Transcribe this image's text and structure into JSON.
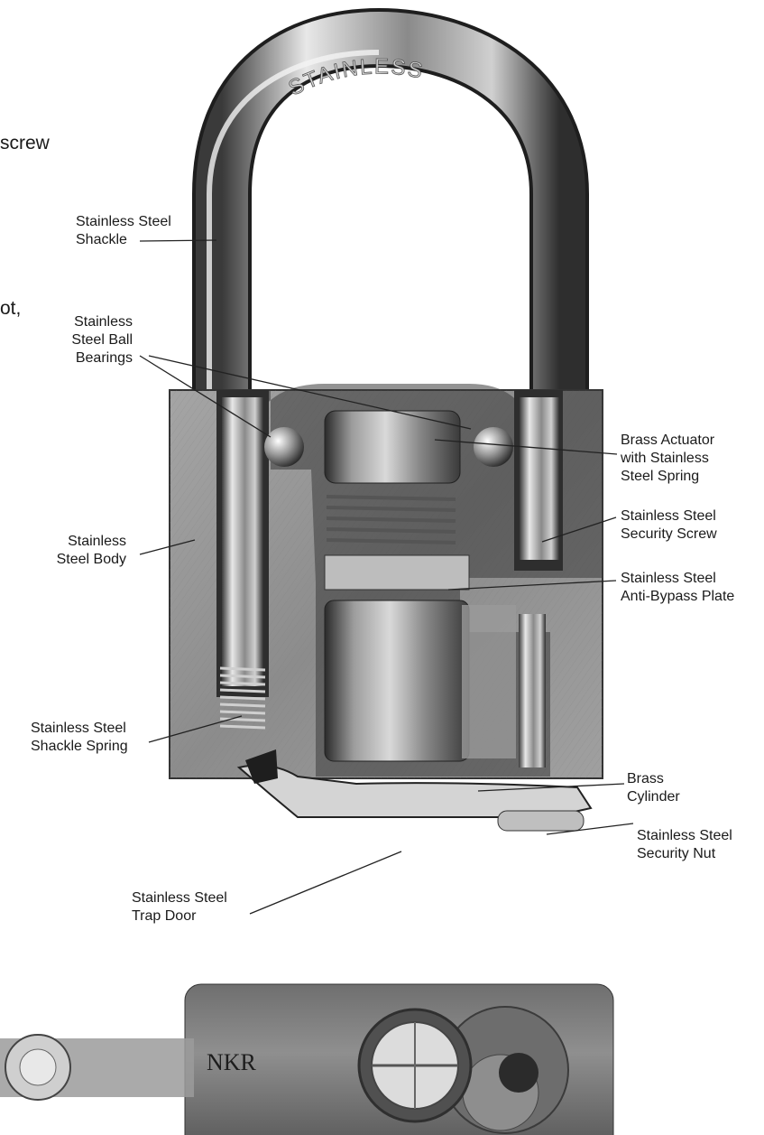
{
  "fragments": {
    "top": "screw",
    "middle": "ot,"
  },
  "engraving": "STAINLESS",
  "brand_mark": "NKR",
  "callouts": {
    "shackle": "Stainless Steel\nShackle",
    "ball_bearings": "Stainless\nSteel Ball\nBearings",
    "body": "Stainless\nSteel Body",
    "shackle_spring": "Stainless Steel\nShackle Spring",
    "trap_door": "Stainless Steel\nTrap Door",
    "actuator": "Brass Actuator\nwith Stainless\nSteel Spring",
    "security_screw": "Stainless Steel\nSecurity Screw",
    "anti_bypass": "Stainless Steel\nAnti-Bypass Plate",
    "cylinder": "Brass\nCylinder",
    "security_nut": "Stainless Steel\nSecurity Nut"
  }
}
